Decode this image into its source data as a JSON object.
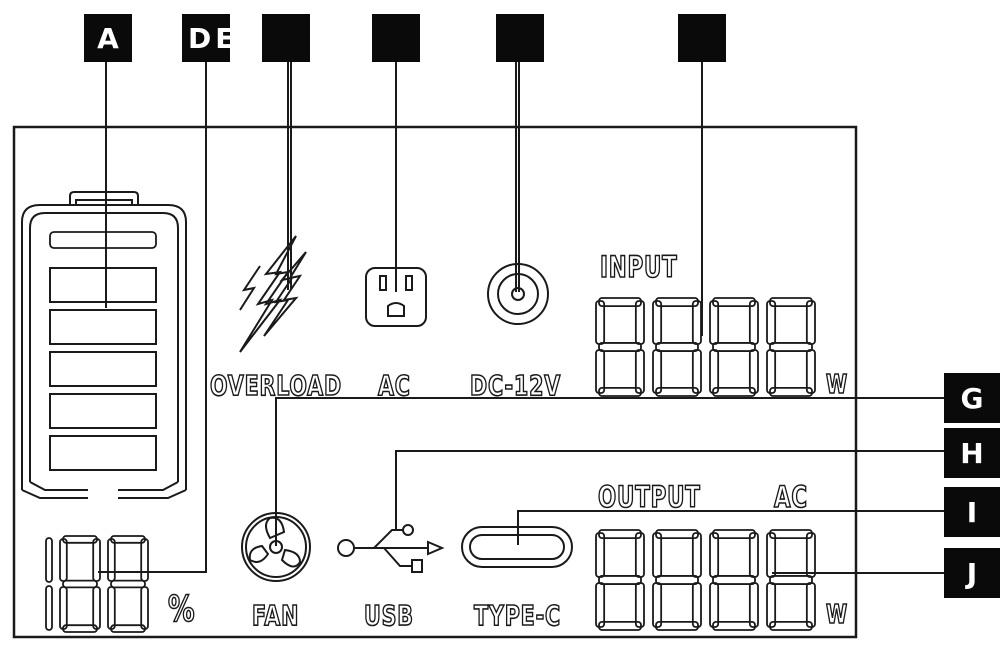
{
  "labels": {
    "top": [
      "A",
      "D",
      "",
      "",
      "",
      ""
    ],
    "top_partial_second": [
      "",
      "E"
    ],
    "side": [
      "G",
      "H",
      "I",
      "J"
    ]
  },
  "lcd_text": {
    "overload": "OVERLOAD",
    "ac": "AC",
    "dc": "DC-12V",
    "input": "INPUT",
    "output": "OUTPUT",
    "output_ac": "AC",
    "fan": "FAN",
    "usb": "USB",
    "type_c": "TYPE-C",
    "percent": "%",
    "w_top": "W",
    "w_bottom": "W"
  },
  "icons": [
    "battery-icon",
    "lightning-icon",
    "ac-outlet-icon",
    "dc-port-icon",
    "fan-icon",
    "usb-icon",
    "type-c-icon"
  ],
  "displays": {
    "percent_digits": "188",
    "input_digits": "8888",
    "output_digits": "8888"
  },
  "colors": {
    "ink": "#1a1a1a",
    "label_bg": "#0a0a0a",
    "background": "#ffffff"
  }
}
